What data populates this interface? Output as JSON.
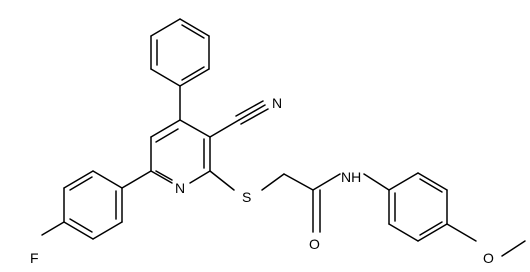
{
  "atoms": {
    "nitrile_n": "N",
    "pyridine_n": "N",
    "sulfur": "S",
    "amide_n": "NH",
    "carbonyl_o": "O",
    "fluorine": "F",
    "methoxy_o": "O"
  }
}
